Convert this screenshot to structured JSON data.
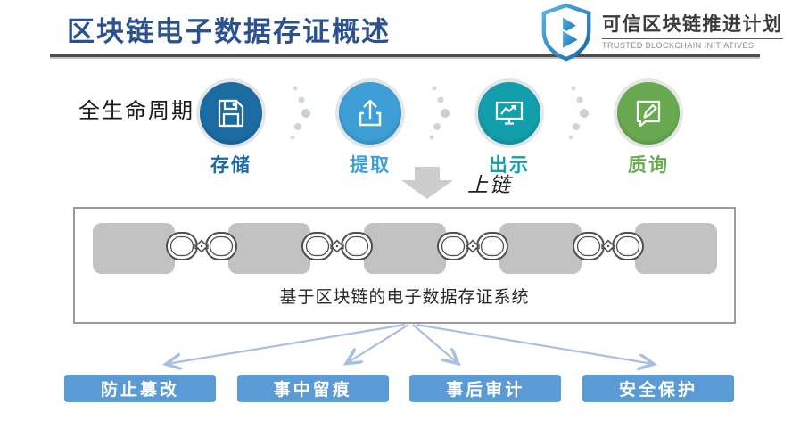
{
  "header": {
    "title": "区块链电子数据存证概述",
    "title_color": "#2c5191",
    "logo": {
      "icon": "shield-b-logo",
      "name_cn": "可信区块链推进计划",
      "name_en": "TRUSTED BLOCKCHAIN INITIATIVES"
    }
  },
  "lifecycle": {
    "label": "全生命周期",
    "stages": [
      {
        "label": "存储",
        "icon": "floppy-disk-icon",
        "color": "#1c6ba3"
      },
      {
        "label": "提取",
        "icon": "upload-icon",
        "color": "#3e9ed6"
      },
      {
        "label": "出示",
        "icon": "presentation-icon",
        "color": "#129fab"
      },
      {
        "label": "质询",
        "icon": "chat-edit-icon",
        "color": "#69aa50"
      }
    ]
  },
  "onchain": {
    "label": "上链",
    "icon": "down-arrow"
  },
  "system_box": {
    "caption": "基于区块链的电子数据存证系统",
    "blocks_count": 5,
    "chain_links_count": 4,
    "block_color": "#c2c2c2"
  },
  "benefits": {
    "button_color": "#5b9bd5",
    "arrow_color": "#a9bfe2",
    "buttons": [
      {
        "label": "防止篡改"
      },
      {
        "label": "事中留痕"
      },
      {
        "label": "事后审计"
      },
      {
        "label": "安全保护"
      }
    ]
  }
}
